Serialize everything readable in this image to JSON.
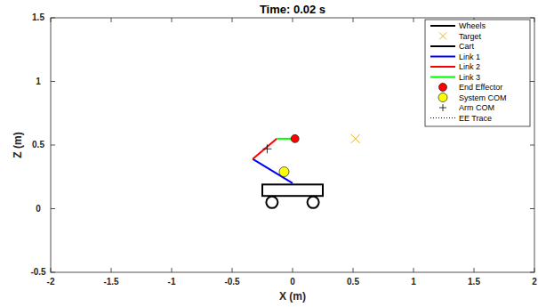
{
  "diagram": {
    "title": "Time: 0.02 s",
    "labels": [
      "X (m)",
      "Z (m)",
      "-2",
      "-1.5",
      "-1",
      "-0.5",
      "0",
      "0.5",
      "1",
      "1.5",
      "2",
      "-0.5",
      "0",
      "0.5",
      "1",
      "1.5"
    ],
    "legend": [
      {
        "text": "Wheels"
      },
      {
        "text": "Target"
      },
      {
        "text": "Cart"
      },
      {
        "text": "Link 1"
      },
      {
        "text": "Link 2"
      },
      {
        "text": "Link 3"
      },
      {
        "text": "End Effector"
      },
      {
        "text": "System COM"
      },
      {
        "text": "Arm COM"
      },
      {
        "text": "EE Trace"
      }
    ]
  }
}
